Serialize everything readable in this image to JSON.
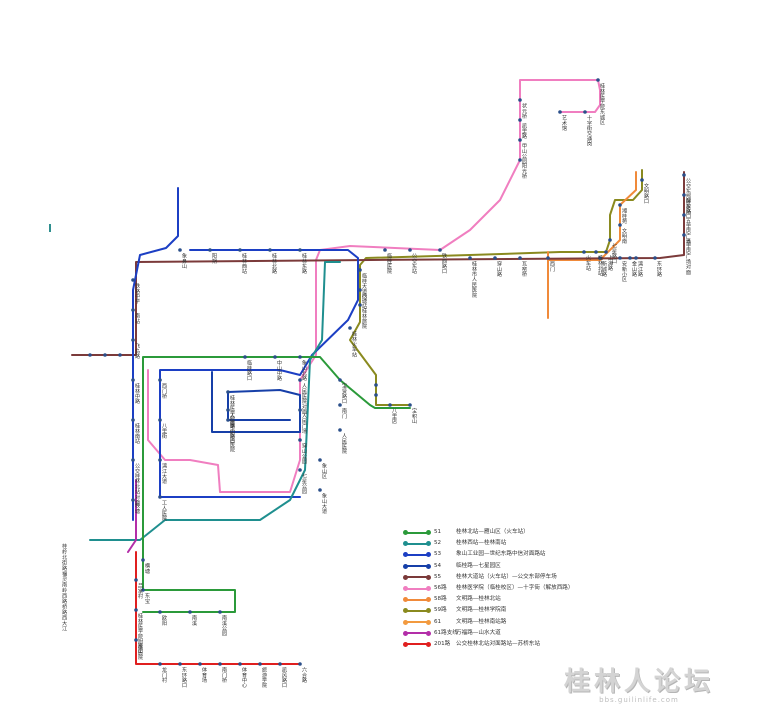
{
  "map": {
    "stations": {
      "terminus_top": "桂林医学院东城区",
      "wenchang_jiaokou": "文明路口",
      "dongxiang": "东巷",
      "yinhe_gongyuan": "银河公园",
      "yingbin": "迎宾",
      "shizi_jie": "十字街",
      "gutongshan": "古登楼",
      "lingyuan": "陵园",
      "yibian_xincun": "一边新村",
      "wenming": "文明路",
      "shanghai": "上海路",
      "anxin": "安新小区",
      "rmgc": "人民广场",
      "gongjiao_top": "公交东部停车场",
      "jie_sanjiao": "解放路口",
      "lijiang_yuan": "漓江园",
      "tianhe": "天和楼",
      "wuli_gc": "五里店广场",
      "lijiang_wx": "漓江",
      "n_xiangshan": "象山",
      "n_xiangcun": "乡村",
      "n_qinglong": "青龙桥",
      "n_linghu": "灵湖",
      "n_wan": "湾",
      "n_lijiang_north": "北门",
      "yongfu": "永福",
      "fuyu": "福禄园",
      "fushan": "伏山",
      "cucheng": "初城",
      "shanmao": "山茂",
      "huajiao": "花角",
      "xihua": "西华",
      "zouma": "走马",
      "zhaojia": "赵家",
      "shanxing": "山兴",
      "ximen": "西门",
      "yangshuo": "杨梅",
      "gongjiao_bottom": "公交桂林站对面路口",
      "zhanlan": "展览馆",
      "lingui": "临桂",
      "guilin_station": "桂林站",
      "yangjiao": "阳角路",
      "beimen": "北门",
      "donghuan": "东环路",
      "gonglu": "公路站",
      "xincheng": "新城",
      "huagang": "化港",
      "baoyang": "宝阳",
      "nanhuan": "南环",
      "qingfeng": "清风",
      "lantang": "蓝塘",
      "dongcheng_lu": "东城路口",
      "tiesha": "铁沙",
      "renmin_hosp": "人民医院",
      "gongren": "工人医院",
      "xiangshan_pk": "象山公园",
      "liuhe": "六合",
      "baishou": "白石",
      "zhongshan_b": "中山北路",
      "nanxi": "南溪公园",
      "xinan": "西南路",
      "dongxing": "东兴"
    },
    "stop_labels_col1": [
      "桂",
      "岭",
      "北",
      "街",
      "路",
      "福",
      "灵",
      "南",
      "岭",
      "西",
      "路",
      "桥",
      "路",
      "西",
      "大",
      "江"
    ],
    "stop_labels": [
      "桂林医学院东城区",
      "状元桥",
      "凯里路",
      "甲山公园",
      "阳光桥",
      "艺术馆",
      "十字街交通岗",
      "文明路口",
      "湘桂苑",
      "文明南",
      "七星路口",
      "火车站",
      "桂林北站",
      "上海路",
      "安新小区",
      "漓江路",
      "公交东部停车场",
      "解放路口",
      "五里店广场",
      "五里店广场对面",
      "东环路",
      "金山路",
      "新城路",
      "西门",
      "瓦窑桥",
      "穿山路",
      "桂林市人民医院",
      "铁西路口",
      "公交东站",
      "临桂医院",
      "临桂大道口",
      "秧塘站",
      "桂林旅院",
      "桂林火车站",
      "宝贤路口",
      "南门",
      "人民医院",
      "人民医院对面",
      "人民广场",
      "穿山公园",
      "七星公园",
      "临桂路口",
      "中山中路",
      "象山北路",
      "象山区",
      "象山大道",
      "桂林医学院第三附属医院",
      "人民路",
      "甲山路口",
      "象鼻山",
      "阳朔",
      "桂林西站",
      "桂林北路",
      "桂林东路",
      "西门桥",
      "八里街",
      "漓江大道",
      "工人医院",
      "铁路中学",
      "南站",
      "飞鸟路",
      "桂林中路",
      "桂林南站",
      "公交桂林北站对面",
      "秧塘",
      "横塘",
      "东宝",
      "欧阳",
      "南溪",
      "南溪公园",
      "吕家村",
      "桂林医学院附属医院",
      "雁山",
      "龙门村",
      "东环路口",
      "体育场",
      "南门桥",
      "体育中心",
      "旅游学院",
      "凯风路口",
      "六合路",
      "八里店",
      "宝积山"
    ],
    "routes": [
      {
        "code": "51",
        "color": "#2b9a3a",
        "desc": "桂林北站—雁山区（火车站）"
      },
      {
        "code": "52",
        "color": "#1f8f8f",
        "desc": "桂林西站—桂林南站"
      },
      {
        "code": "53",
        "color": "#1c3fc4",
        "desc": "象山工业园—世纪东路中信对面路站"
      },
      {
        "code": "54",
        "color": "#163fa8",
        "desc": "临桂路—七星园区"
      },
      {
        "code": "55",
        "color": "#7b3a3a",
        "desc": "桂林大道站（火车站）—公交东部停车场"
      },
      {
        "code": "56路",
        "color": "#f07ec0",
        "desc": "桂林医学院（临桂校区）—十字街（解放西路）"
      },
      {
        "code": "58路",
        "color": "#f08a3a",
        "desc": "文明路—桂林北站"
      },
      {
        "code": "59路",
        "color": "#8a8a1f",
        "desc": "文明路—桂林学院南"
      },
      {
        "code": "61",
        "color": "#f29a3f",
        "desc": "文明路—桂林南站路"
      },
      {
        "code": "61路支线",
        "color": "#b32ea8",
        "desc": "万福路—山水大道"
      },
      {
        "code": "201路",
        "color": "#e01f1f",
        "desc": "公交桂林北站对面路站—苏桥东站"
      }
    ],
    "watermark": {
      "logo": "桂林人论坛",
      "site": "bbs.guilinlife.com"
    }
  }
}
